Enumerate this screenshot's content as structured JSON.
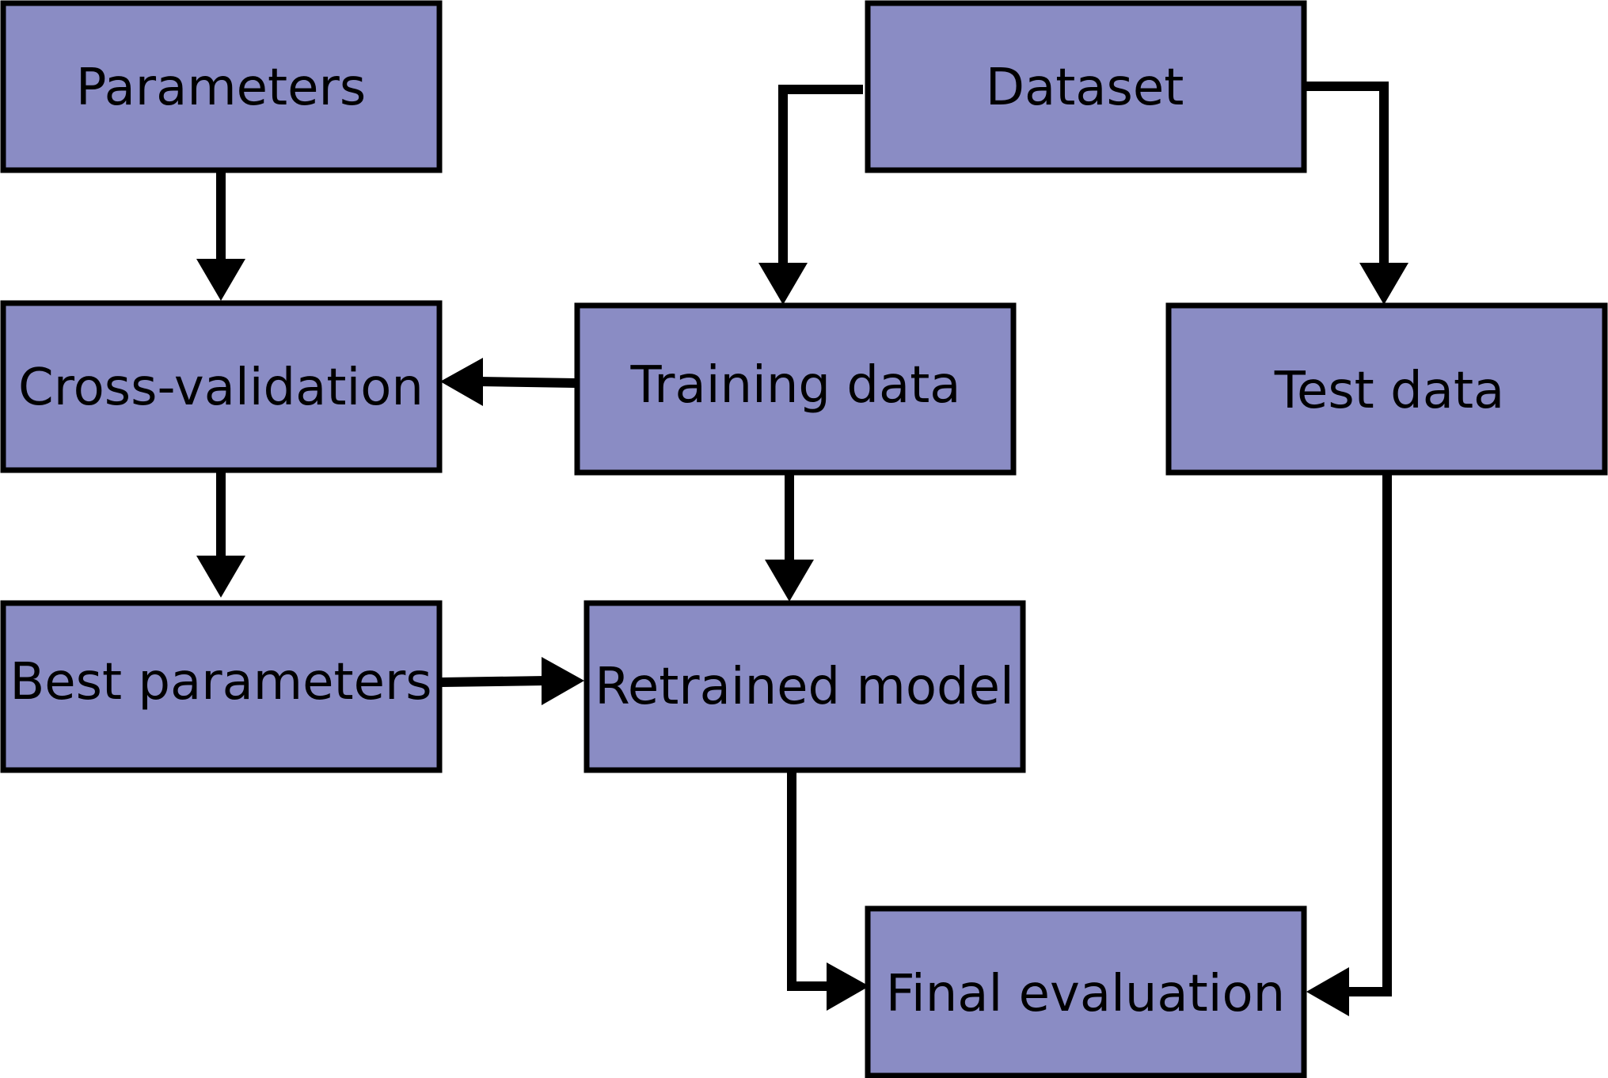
{
  "colors": {
    "box_fill": "#8a8cc4",
    "stroke": "#000000",
    "text": "#000000",
    "background": "#ffffff"
  },
  "nodes": {
    "parameters": "Parameters",
    "dataset": "Dataset",
    "cross_validation": "Cross-validation",
    "training_data": "Training data",
    "test_data": "Test data",
    "best_parameters": "Best parameters",
    "retrained_model": "Retrained model",
    "final_evaluation": "Final evaluation"
  },
  "edges": [
    {
      "from": "Parameters",
      "to": "Cross-validation"
    },
    {
      "from": "Dataset",
      "to": "Training data"
    },
    {
      "from": "Dataset",
      "to": "Test data"
    },
    {
      "from": "Training data",
      "to": "Cross-validation"
    },
    {
      "from": "Cross-validation",
      "to": "Best parameters"
    },
    {
      "from": "Training data",
      "to": "Retrained model"
    },
    {
      "from": "Best parameters",
      "to": "Retrained model"
    },
    {
      "from": "Retrained model",
      "to": "Final evaluation"
    },
    {
      "from": "Test data",
      "to": "Final evaluation"
    }
  ]
}
